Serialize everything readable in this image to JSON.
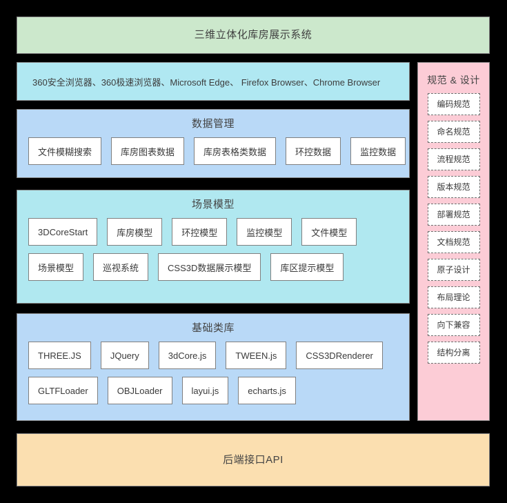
{
  "title_band": {
    "label": "三维立体化库房展示系统"
  },
  "browser_band": {
    "label": "360安全浏览器、360极速浏览器、Microsoft Edge、 Firefox Browser、Chrome Browser"
  },
  "data_band": {
    "title": "数据管理",
    "rows": [
      [
        {
          "label": "文件模糊搜索"
        },
        {
          "label": "库房图表数据"
        },
        {
          "label": "库房表格类数据"
        },
        {
          "label": "环控数据"
        },
        {
          "label": "监控数据"
        }
      ]
    ]
  },
  "scene_band": {
    "title": "场景模型",
    "rows": [
      [
        {
          "label": "3DCoreStart"
        },
        {
          "label": "库房模型"
        },
        {
          "label": "环控模型"
        },
        {
          "label": "监控模型"
        },
        {
          "label": "文件模型"
        }
      ],
      [
        {
          "label": "场景模型"
        },
        {
          "label": "巡视系统"
        },
        {
          "label": "CSS3D数据展示模型"
        },
        {
          "label": "库区提示模型"
        }
      ]
    ]
  },
  "lib_band": {
    "title": "基础类库",
    "rows": [
      [
        {
          "label": "THREE.JS"
        },
        {
          "label": "JQuery"
        },
        {
          "label": "3dCore.js"
        },
        {
          "label": "TWEEN.js"
        },
        {
          "label": "CSS3DRenderer"
        }
      ],
      [
        {
          "label": "GLTFLoader"
        },
        {
          "label": "OBJLoader"
        },
        {
          "label": "layui.js"
        },
        {
          "label": "echarts.js"
        }
      ]
    ]
  },
  "api_band": {
    "label": "后端接口API"
  },
  "spec_band": {
    "title": "规范 & 设计",
    "items": [
      {
        "label": "编码规范"
      },
      {
        "label": "命名规范"
      },
      {
        "label": "流程规范"
      },
      {
        "label": "版本规范"
      },
      {
        "label": "部署规范"
      },
      {
        "label": "文档规范"
      },
      {
        "label": "原子设计"
      },
      {
        "label": "布局理论"
      },
      {
        "label": "向下兼容"
      },
      {
        "label": "结构分离"
      }
    ]
  },
  "colors": {
    "background": "#000000",
    "title_band": "#cce8cc",
    "browser_band": "#b0e8f2",
    "data_band": "#b9d9f7",
    "scene_band": "#b0e8f0",
    "lib_band": "#b9d9f7",
    "api_band": "#fbdfb0",
    "spec_band": "#fcccd6",
    "chip_background": "#ffffff",
    "chip_border": "#7f7f7f",
    "spec_border": "#6b6b6b",
    "text": "#3a3a3a"
  }
}
